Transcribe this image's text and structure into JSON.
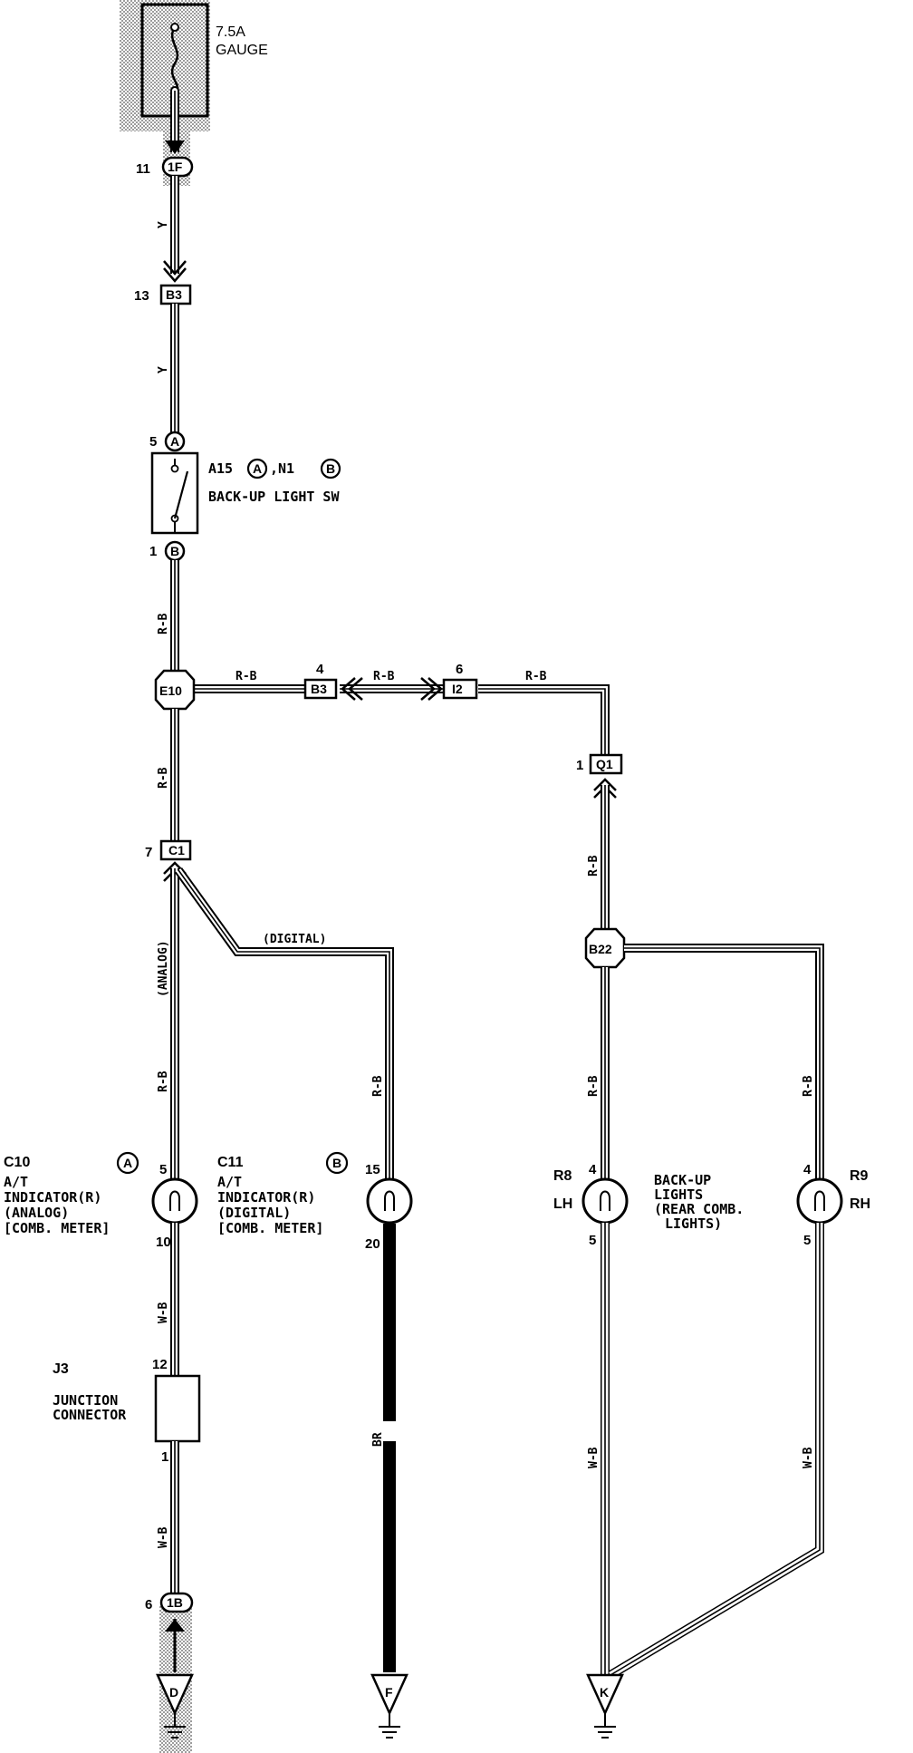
{
  "fuse": {
    "rating": "7.5A",
    "name": "GAUGE"
  },
  "connectors": {
    "c1F": {
      "pin": "11",
      "id": "1F"
    },
    "b3_top": {
      "pin": "13",
      "id": "B3"
    },
    "b3_mid": {
      "pin": "4",
      "id": "B3"
    },
    "i2": {
      "pin": "6",
      "id": "I2"
    },
    "q1": {
      "pin": "1",
      "id": "Q1"
    },
    "c1": {
      "pin": "7",
      "id": "C1"
    },
    "c1B": {
      "pin": "6",
      "id": "1B"
    }
  },
  "splices": {
    "e10": "E10",
    "b22": "B22"
  },
  "switch": {
    "pin_a": "5",
    "pin_a_letter": "A",
    "pin_b": "1",
    "pin_b_letter": "B",
    "ref_a": "A15",
    "ref_a_letter": "A",
    "ref_sep": ",N1",
    "ref_b_letter": "B",
    "name": "BACK-UP LIGHT SW"
  },
  "wires": {
    "y": "Y",
    "rb": "R-B",
    "wb": "W-B",
    "br": "BR",
    "analog": "(ANALOG)",
    "digital": "(DIGITAL)"
  },
  "c10": {
    "id": "C10",
    "letter": "A",
    "pin_top": "5",
    "pin_bottom": "10",
    "line1": "A/T",
    "line2": "INDICATOR(R)",
    "line3": "(ANALOG)",
    "line4": "[COMB. METER]"
  },
  "c11": {
    "id": "C11",
    "letter": "B",
    "pin_top": "15",
    "pin_bottom": "20",
    "line1": "A/T",
    "line2": "INDICATOR(R)",
    "line3": "(DIGITAL)",
    "line4": "[COMB. METER]"
  },
  "r8": {
    "id": "R8",
    "side": "LH",
    "pin_top": "4",
    "pin_bottom": "5"
  },
  "r9": {
    "id": "R9",
    "side": "RH",
    "pin_top": "4",
    "pin_bottom": "5"
  },
  "backup_lights": {
    "line1": "BACK-UP",
    "line2": "LIGHTS",
    "line3": "(REAR COMB.",
    "line4": "LIGHTS)"
  },
  "j3": {
    "id": "J3",
    "pin_top": "12",
    "pin_bottom": "1",
    "line1": "JUNCTION",
    "line2": "CONNECTOR"
  },
  "grounds": {
    "d": "D",
    "f": "F",
    "k": "K"
  }
}
